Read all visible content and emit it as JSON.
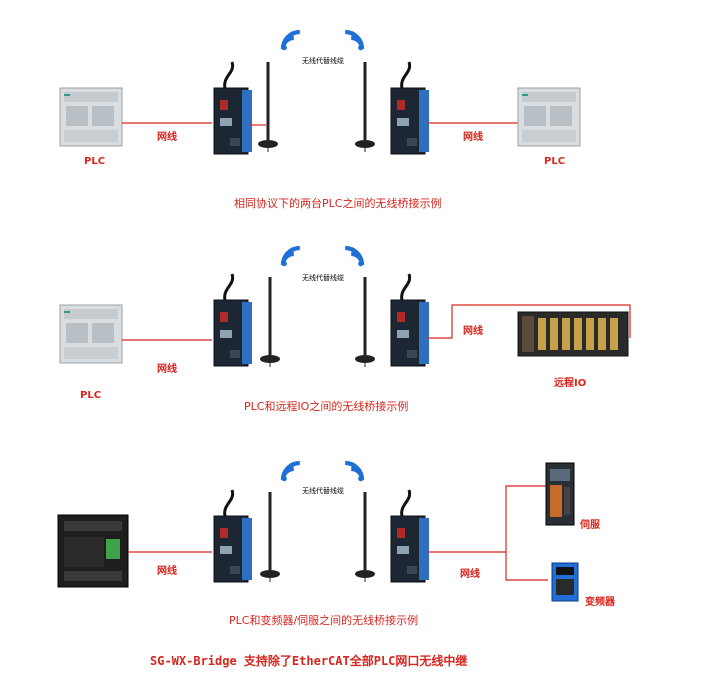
{
  "rows": [
    {
      "wireless_label": "无线代替线缆",
      "left_cable_label": "网线",
      "right_cable_label": "网线",
      "left_device_label": "PLC",
      "right_device_label": "PLC",
      "caption": "相同协议下的两台PLC之间的无线桥接示例"
    },
    {
      "wireless_label": "无线代替线缆",
      "left_cable_label": "网线",
      "right_cable_label": "网线",
      "left_device_label": "PLC",
      "right_device_label": "远程IO",
      "caption": "PLC和远程IO之间的无线桥接示例"
    },
    {
      "wireless_label": "无线代替线缆",
      "left_cable_label": "网线",
      "right_cable_label": "网线",
      "right_device_label_a": "伺服",
      "right_device_label_b": "变频器",
      "caption": "PLC和变频器/伺服之间的无线桥接示例"
    }
  ],
  "footer": "SG-WX-Bridge 支持除了EtherCAT全部PLC网口无线中继",
  "colors": {
    "accent": "#d7261e",
    "wifi": "#1f6fd6",
    "bridge_body": "#1c2733",
    "bridge_side": "#2f6fc0"
  }
}
